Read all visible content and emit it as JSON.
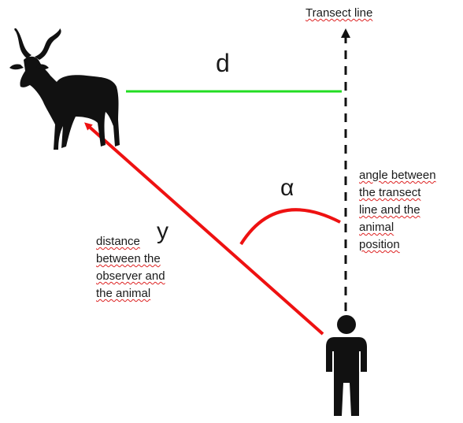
{
  "labels": {
    "transect_line": "Transect line",
    "d": "d",
    "alpha": "α",
    "y": "y",
    "distance_lines": [
      "distance",
      "between the",
      "observer and",
      "the animal"
    ],
    "angle_lines": [
      "angle between",
      "the transect",
      "line and the",
      "animal",
      "position"
    ]
  },
  "icons": {
    "animal": "kudu-antelope-silhouette",
    "observer": "person-silhouette"
  },
  "colors": {
    "perpendicular_distance": "#22dd22",
    "sighting_line": "#ee1111",
    "angle_arc": "#ee1111",
    "transect": "#111111",
    "silhouette": "#111111",
    "spellcheck_underline": "#d22222"
  }
}
